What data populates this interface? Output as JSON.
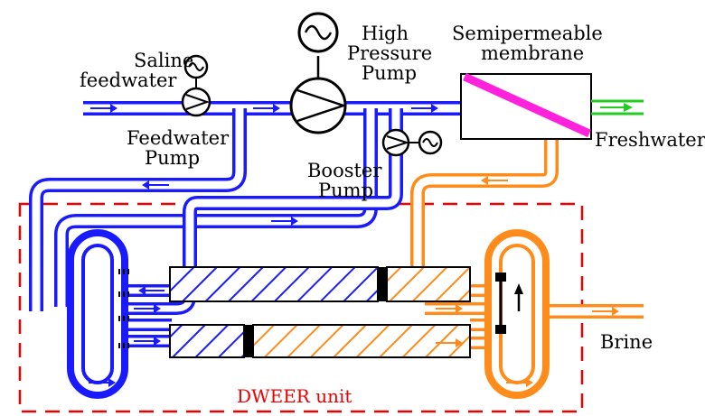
{
  "labels": {
    "saline_line1": "Saline",
    "saline_line2": "feedwater",
    "feedwater_pump_line1": "Feedwater",
    "feedwater_pump_line2": "Pump",
    "hp_pump_line1": "High",
    "hp_pump_line2": "Pressure",
    "hp_pump_line3": "Pump",
    "membrane_line1": "Semipermeable",
    "membrane_line2": "membrane",
    "freshwater": "Freshwater",
    "booster_line1": "Booster",
    "booster_line2": "Pump",
    "brine": "Brine",
    "dweer_unit": "DWEER unit"
  },
  "icons": [
    "motor-icon",
    "pump-icon",
    "flow-arrow-icon",
    "valve-icon"
  ],
  "colors": {
    "feed_water": "#1a1aff",
    "brine": "#ff8c1a",
    "fresh_water": "#22cc22",
    "membrane": "#ff22dd",
    "unit_boundary": "#ee0000",
    "piston": "#000000"
  }
}
